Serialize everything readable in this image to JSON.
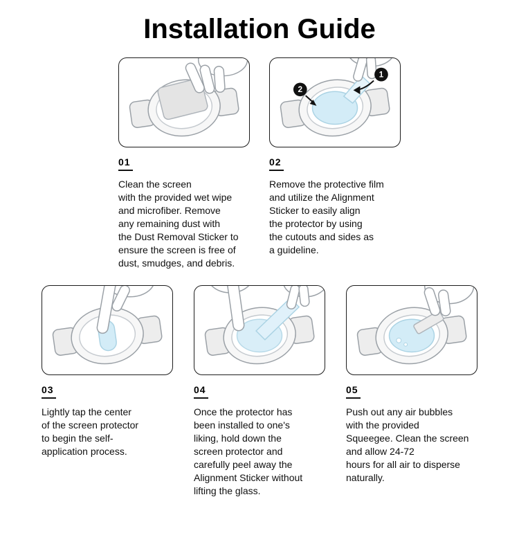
{
  "title": "Installation Guide",
  "colors": {
    "accent_film": "#d3ecf7",
    "film_stroke": "#abd3e4",
    "line_gray": "#9aa0a6",
    "text": "#111111",
    "badge": "#111111"
  },
  "steps": [
    {
      "number": "01",
      "text": "Clean the screen\nwith the provided wet wipe\nand microfiber. Remove\nany remaining dust with\nthe Dust Removal Sticker to\nensure the screen is free of\ndust, smudges, and debris."
    },
    {
      "number": "02",
      "badges": [
        "1",
        "2"
      ],
      "text": "Remove the protective film\nand utilize the Alignment\nSticker to easily align\nthe protector by using\nthe cutouts and sides as\na guideline."
    },
    {
      "number": "03",
      "text": "Lightly tap the center\nof the screen protector\nto begin the self-\napplication process."
    },
    {
      "number": "04",
      "text": "Once the protector has\nbeen installed to one's\nliking, hold down the\nscreen protector and\ncarefully peel away the\nAlignment Sticker without\nlifting the glass."
    },
    {
      "number": "05",
      "text": "Push out any air bubbles\nwith the provided\nSqueegee. Clean the screen\nand allow 24-72\nhours for all air to disperse\nnaturally."
    }
  ]
}
